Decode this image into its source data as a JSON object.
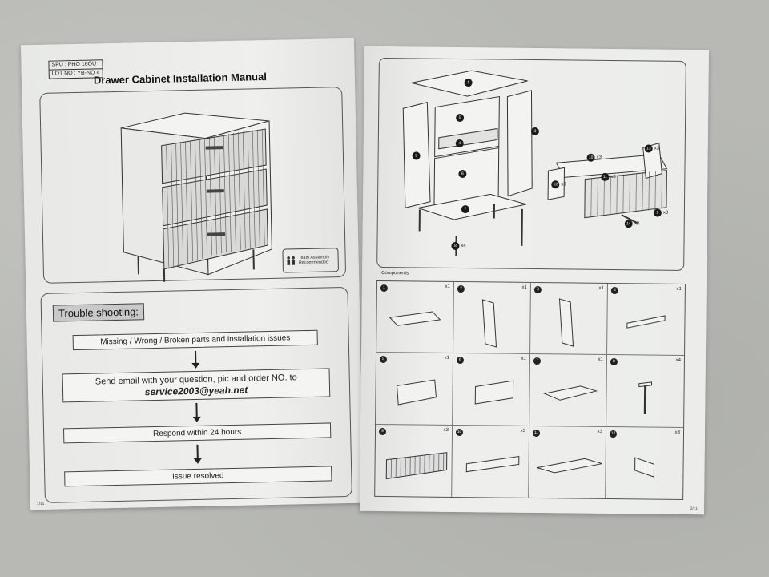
{
  "left_page": {
    "spu": "SPU : PHO 16OU",
    "lot": "LOT NO : YB-NO 4",
    "title": "Drawer Cabinet Installation Manual",
    "team_assembly": "Team Assembly Recommended",
    "page_number": "1/11",
    "troubleshooting": {
      "title": "Trouble shooting:",
      "step1": "Missing / Wrong / Broken parts and installation issues",
      "step2_line1": "Send email with your question, pic and order NO. to",
      "step2_email": "service2003@yeah.net",
      "step3": "Respond within 24 hours",
      "step4": "Issue resolved"
    }
  },
  "right_page": {
    "components_label": "Components",
    "page_number": "2/11",
    "callouts": [
      {
        "id": "1",
        "qty": ""
      },
      {
        "id": "2",
        "qty": ""
      },
      {
        "id": "3",
        "qty": ""
      },
      {
        "id": "4",
        "qty": ""
      },
      {
        "id": "5",
        "qty": ""
      },
      {
        "id": "6",
        "qty": ""
      },
      {
        "id": "7",
        "qty": ""
      },
      {
        "id": "8",
        "qty": "x4"
      },
      {
        "id": "9",
        "qty": "x3"
      },
      {
        "id": "10",
        "qty": "x3"
      },
      {
        "id": "11",
        "qty": "x3"
      },
      {
        "id": "12",
        "qty": "x3"
      },
      {
        "id": "13",
        "qty": "x3"
      },
      {
        "id": "14",
        "qty": "x3"
      }
    ],
    "components": [
      {
        "id": "1",
        "qty": "x1",
        "icon": "panel-flat-icon"
      },
      {
        "id": "2",
        "qty": "x1",
        "icon": "panel-side-icon"
      },
      {
        "id": "3",
        "qty": "x1",
        "icon": "panel-side-icon"
      },
      {
        "id": "4",
        "qty": "x1",
        "icon": "rail-icon"
      },
      {
        "id": "5",
        "qty": "x1",
        "icon": "back-panel-icon"
      },
      {
        "id": "6",
        "qty": "x1",
        "icon": "divider-panel-icon"
      },
      {
        "id": "7",
        "qty": "x1",
        "icon": "bottom-panel-icon"
      },
      {
        "id": "8",
        "qty": "x4",
        "icon": "leg-icon"
      },
      {
        "id": "9",
        "qty": "x3",
        "icon": "fluted-front-icon"
      },
      {
        "id": "10",
        "qty": "x3",
        "icon": "drawer-side-icon"
      },
      {
        "id": "11",
        "qty": "x3",
        "icon": "drawer-bottom-icon"
      },
      {
        "id": "12",
        "qty": "x3",
        "icon": "drawer-end-icon"
      }
    ]
  }
}
